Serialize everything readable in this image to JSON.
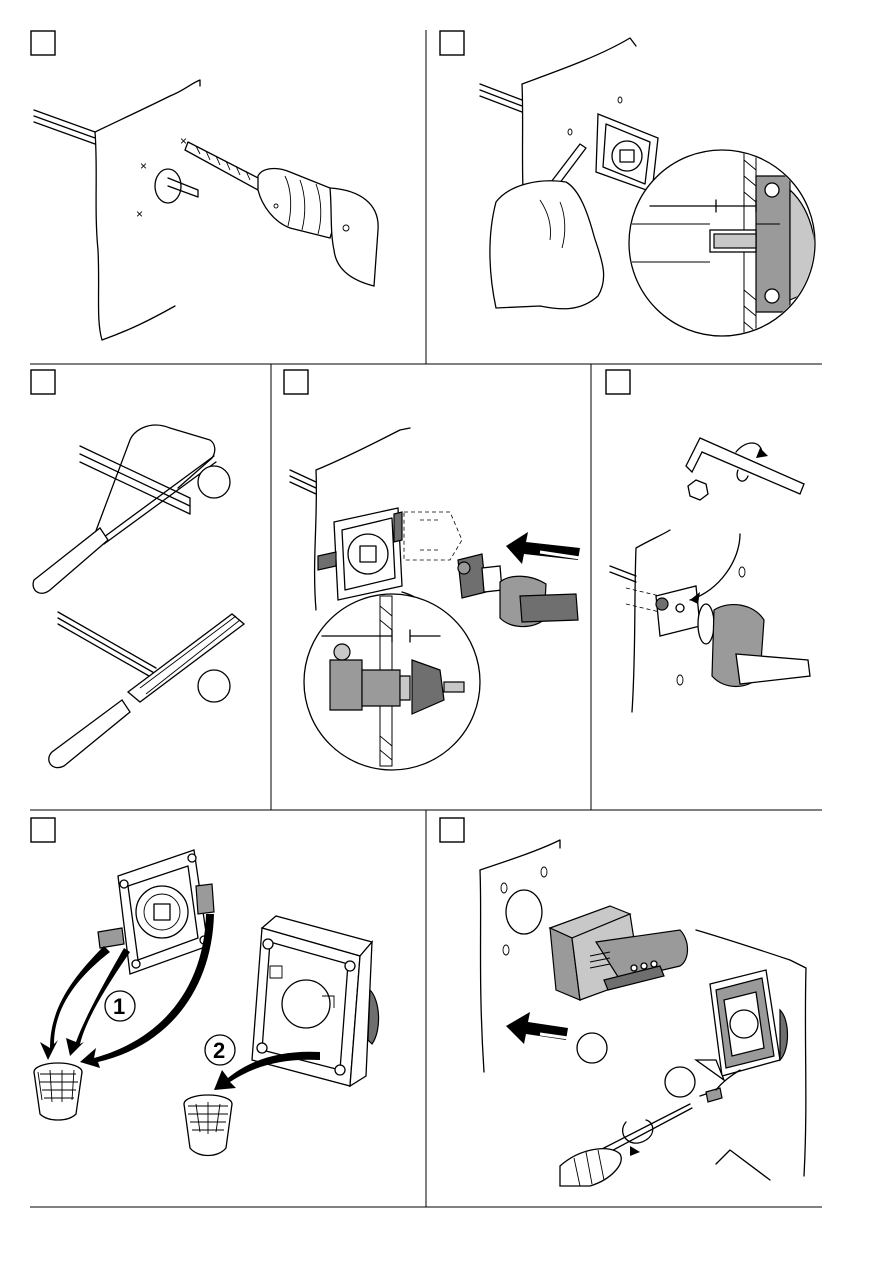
{
  "steps": [
    {
      "id": "step-1"
    },
    {
      "id": "step-2"
    },
    {
      "id": "step-3"
    },
    {
      "id": "step-4"
    },
    {
      "id": "step-5"
    },
    {
      "id": "step-6"
    },
    {
      "id": "step-7"
    }
  ],
  "markers": {
    "waste_first": "1",
    "waste_second": "2"
  },
  "colors": {
    "line": "#000000",
    "part_gray": "#9a9a9a",
    "part_light": "#c8c8c8",
    "part_dark": "#6f6f6f"
  },
  "icons": [
    "drill-icon",
    "pencil-icon",
    "hacksaw-icon",
    "file-icon",
    "hex-key-icon",
    "rotate-arrow-icon",
    "push-arrow-icon",
    "waste-bin-icon",
    "screwdriver-icon"
  ]
}
